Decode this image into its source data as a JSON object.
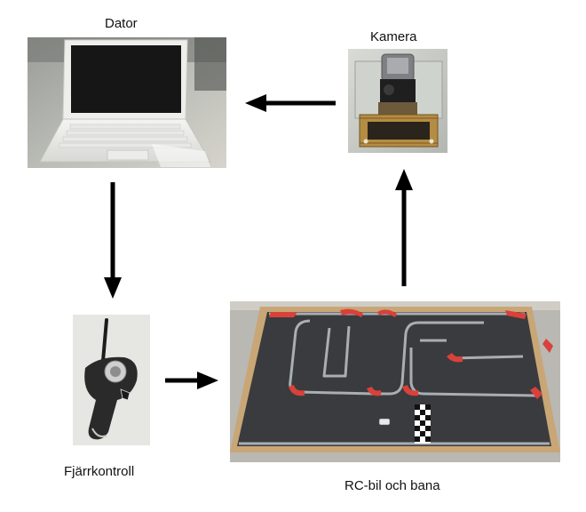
{
  "nodes": {
    "computer": {
      "label": "Dator"
    },
    "camera": {
      "label": "Kamera"
    },
    "remote": {
      "label": "Fjärrkontroll"
    },
    "track": {
      "label": "RC-bil och bana"
    }
  },
  "edges": [
    {
      "from": "camera",
      "to": "computer"
    },
    {
      "from": "computer",
      "to": "remote"
    },
    {
      "from": "remote",
      "to": "track"
    },
    {
      "from": "track",
      "to": "camera"
    }
  ],
  "colors": {
    "arrow": "#000000",
    "track_mat": "#3a3b3e",
    "track_curb": "#d9413a",
    "track_rail": "#a9aeb3",
    "track_frame": "#c9a676"
  }
}
